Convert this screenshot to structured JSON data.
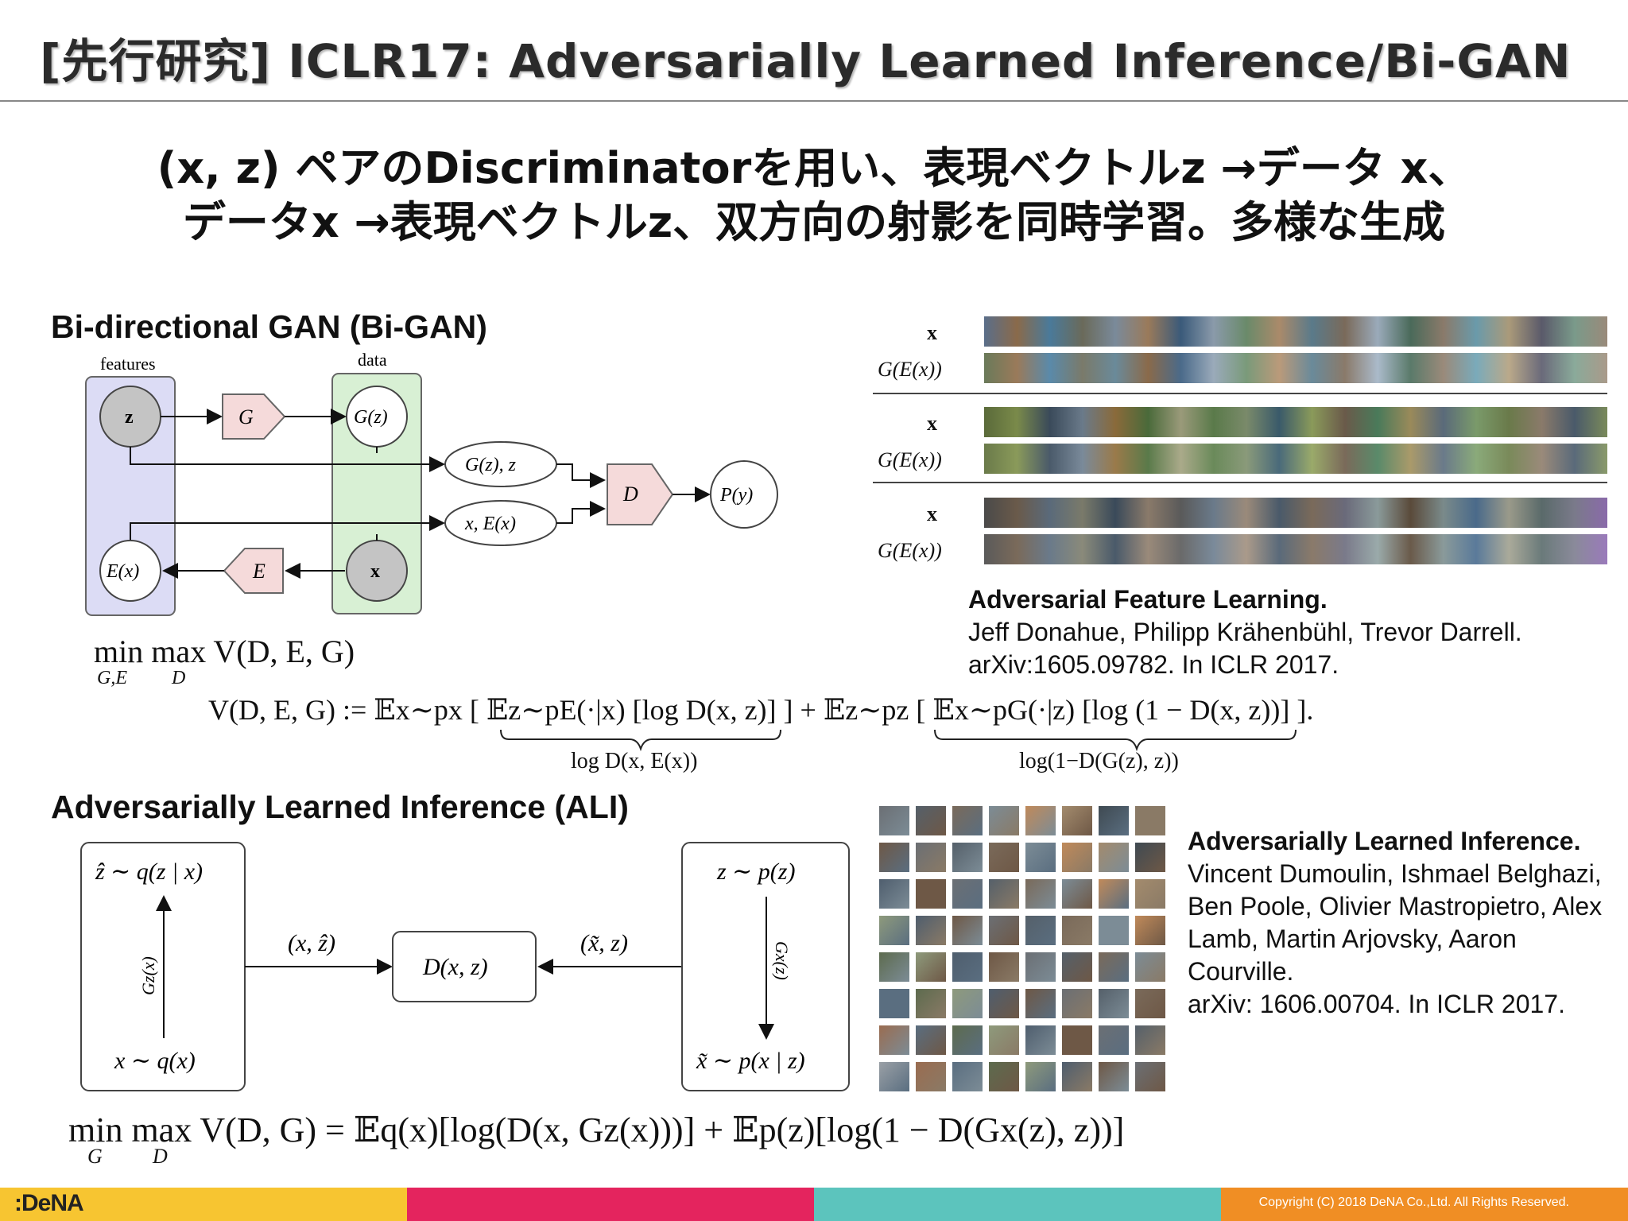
{
  "header": {
    "title": "[先行研究] ICLR17: Adversarially Learned Inference/Bi-GAN"
  },
  "subtitle": {
    "line1": "(x, z) ペアのDiscriminatorを用い、表現ベクトルz →データ x、",
    "line2": "データx →表現ベクトルz、双方向の射影を同時学習。多様な生成"
  },
  "bigan": {
    "heading": "Bi-directional GAN (Bi-GAN)",
    "label_features": "features",
    "label_data": "data",
    "node_z": "z",
    "node_G": "G",
    "node_Gz": "G(z)",
    "node_Gz_z": "G(z), z",
    "node_x_Ex": "x, E(x)",
    "node_D": "D",
    "node_Py": "P(y)",
    "node_Ex": "E(x)",
    "node_E": "E",
    "node_x": "x",
    "objective": "min max V(D, E, G)",
    "objective_sub_min": "G,E",
    "objective_sub_max": "D",
    "value_fn": "V(D, E, G) := 𝔼x∼px [ 𝔼z∼pE(·|x) [log D(x, z)] ] + 𝔼z∼pz [ 𝔼x∼pG(·|z) [log (1 − D(x, z))] ].",
    "brace1": "log D(x, E(x))",
    "brace2": "log(1−D(G(z), z))",
    "row_labels": [
      "x",
      "G(E(x))",
      "x",
      "G(E(x))",
      "x",
      "G(E(x))"
    ],
    "citation": {
      "title": "Adversarial Feature Learning.",
      "authors": "Jeff Donahue, Philipp Krähenbühl, Trevor Darrell.",
      "venue": "arXiv:1605.09782. In ICLR 2017."
    }
  },
  "ali": {
    "heading": "Adversarially Learned Inference (ALI)",
    "left_top": "ẑ ∼ q(z | x)",
    "left_bottom": "x ∼ q(x)",
    "left_arrow": "Gz(x)",
    "pair_left": "(x, ẑ)",
    "disc": "D(x, z)",
    "pair_right": "(x̃, z)",
    "right_top": "z ∼ p(z)",
    "right_bottom": "x̃ ∼ p(x | z)",
    "right_arrow": "Gx(z)",
    "objective": "min max V(D, G) = 𝔼q(x)[log(D(x, Gz(x)))] + 𝔼p(z)[log(1 − D(Gx(z), z))]",
    "objective_sub_min": "G",
    "objective_sub_max": "D",
    "citation": {
      "title": "Adversarially Learned Inference.",
      "authors": "Vincent Dumoulin, Ishmael Belghazi, Ben Poole, Olivier Mastropietro, Alex Lamb, Martin Arjovsky, Aaron Courville.",
      "venue": "arXiv: 1606.00704. In ICLR 2017."
    }
  },
  "footer": {
    "logo": ":DeNA",
    "copyright": "Copyright (C) 2018 DeNA Co.,Ltd. All Rights Reserved.",
    "colors": [
      "#f7c531",
      "#e4245e",
      "#5cc4bd",
      "#f08e24"
    ]
  }
}
